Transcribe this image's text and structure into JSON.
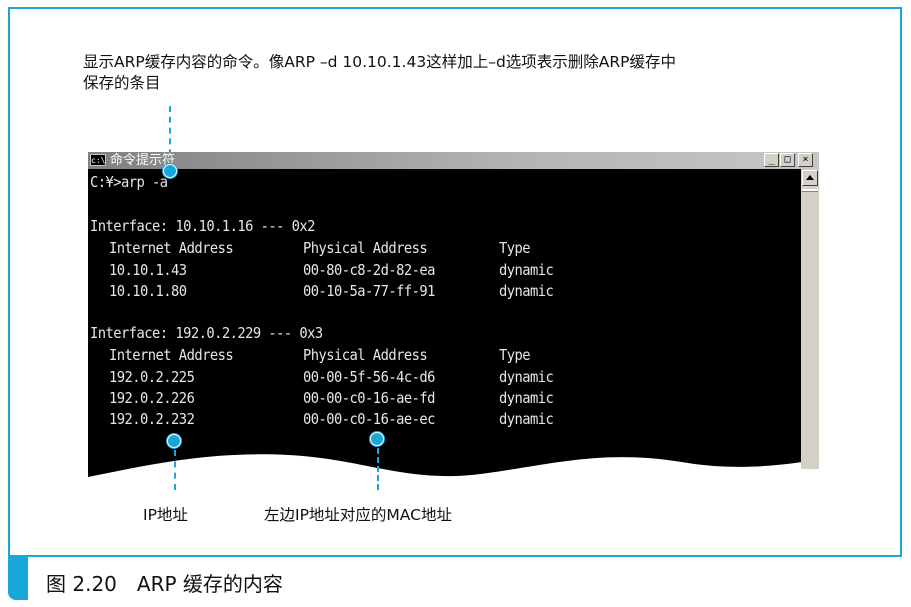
{
  "annotations": {
    "top_note": "显示ARP缓存内容的命令。像ARP –d 10.10.1.43这样加上–d选项表示删除ARP缓存中\n保存的条目",
    "ip_label": "IP地址",
    "mac_label": "左边IP地址对应的MAC地址"
  },
  "window": {
    "icon_text": "c:\\",
    "title": "命令提示符",
    "buttons": {
      "minimize": "_",
      "maximize": "□",
      "close": "×"
    }
  },
  "console": {
    "prompt_line": "C:¥>arp -a",
    "interfaces": [
      {
        "header": "Interface: 10.10.1.16 --- 0x2",
        "columns": [
          "Internet Address",
          "Physical Address",
          "Type"
        ],
        "rows": [
          [
            "10.10.1.43",
            "00-80-c8-2d-82-ea",
            "dynamic"
          ],
          [
            "10.10.1.80",
            "00-10-5a-77-ff-91",
            "dynamic"
          ]
        ]
      },
      {
        "header": "Interface: 192.0.2.229 --- 0x3",
        "columns": [
          "Internet Address",
          "Physical Address",
          "Type"
        ],
        "rows": [
          [
            "192.0.2.225",
            "00-00-5f-56-4c-d6",
            "dynamic"
          ],
          [
            "192.0.2.226",
            "00-00-c0-16-ae-fd",
            "dynamic"
          ],
          [
            "192.0.2.232",
            "00-00-c0-16-ae-ec",
            "dynamic"
          ]
        ]
      }
    ]
  },
  "caption": "图 2.20　ARP 缓存的内容",
  "colors": {
    "accent": "#19a6d8",
    "console_bg": "#000000",
    "console_text": "#e6e6e6"
  }
}
